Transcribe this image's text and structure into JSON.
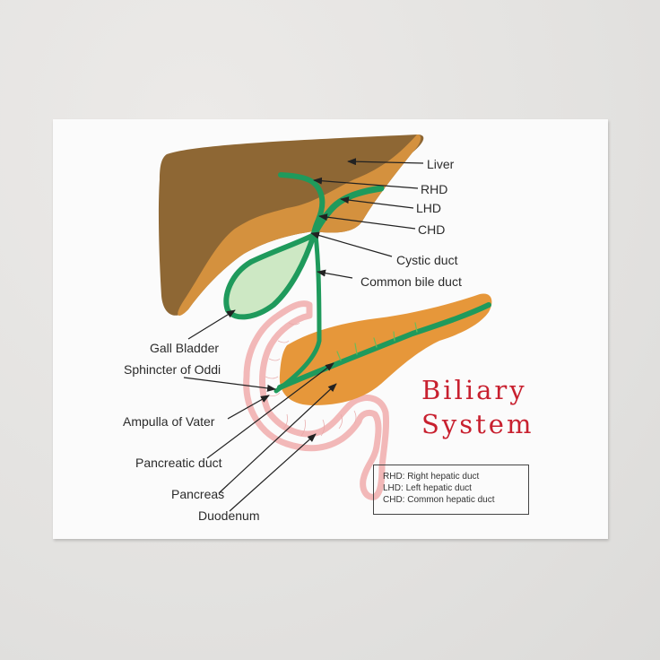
{
  "title": {
    "line1": "Biliary",
    "line2": "System"
  },
  "labels": {
    "liver": "Liver",
    "rhd": "RHD",
    "lhd": "LHD",
    "chd": "CHD",
    "cystic_duct": "Cystic duct",
    "common_bile_duct": "Common bile duct",
    "gall_bladder": "Gall Bladder",
    "sphincter_of_oddi": "Sphincter of Oddi",
    "ampulla_of_vater": "Ampulla of Vater",
    "pancreatic_duct": "Pancreatic duct",
    "pancreas": "Pancreas",
    "duodenum": "Duodenum"
  },
  "legend": [
    {
      "abbr": "RHD",
      "text": ": Right hepatic duct"
    },
    {
      "abbr": "LHD",
      "text": ": Left hepatic duct"
    },
    {
      "abbr": "CHD",
      "text": ": Common hepatic duct"
    }
  ],
  "colors": {
    "liver_dark": "#8e6734",
    "liver_light": "#d4913e",
    "duct_green": "#1f9a5c",
    "gallbladder_fill": "#cde8c4",
    "pancreas": "#e6973a",
    "duodenum": "#f2b8b8",
    "title_red": "#c8202f"
  }
}
